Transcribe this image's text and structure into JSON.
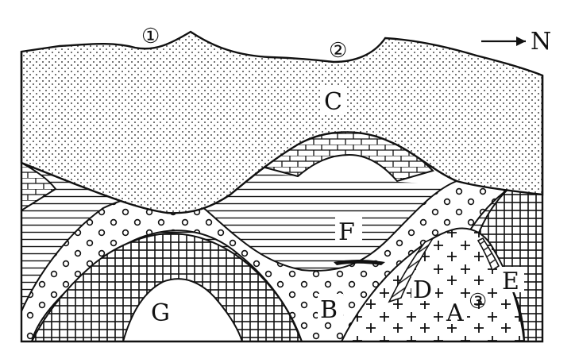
{
  "figure": {
    "direction_label": "N",
    "point_labels": {
      "p1": "①",
      "p2": "②",
      "p3": "③"
    },
    "rock_labels": {
      "A": "A",
      "B": "B",
      "C": "C",
      "D": "D",
      "E": "E",
      "F": "F",
      "G": "G"
    },
    "colors": {
      "ink": "#111111",
      "paper": "#ffffff"
    },
    "patterns": {
      "C": "fine-dots",
      "F": "horizontal-lines",
      "B": "small-circles",
      "G": "blank",
      "A": "plus-signs",
      "crosshatch": "grid",
      "limestone": "brick-arc"
    }
  }
}
